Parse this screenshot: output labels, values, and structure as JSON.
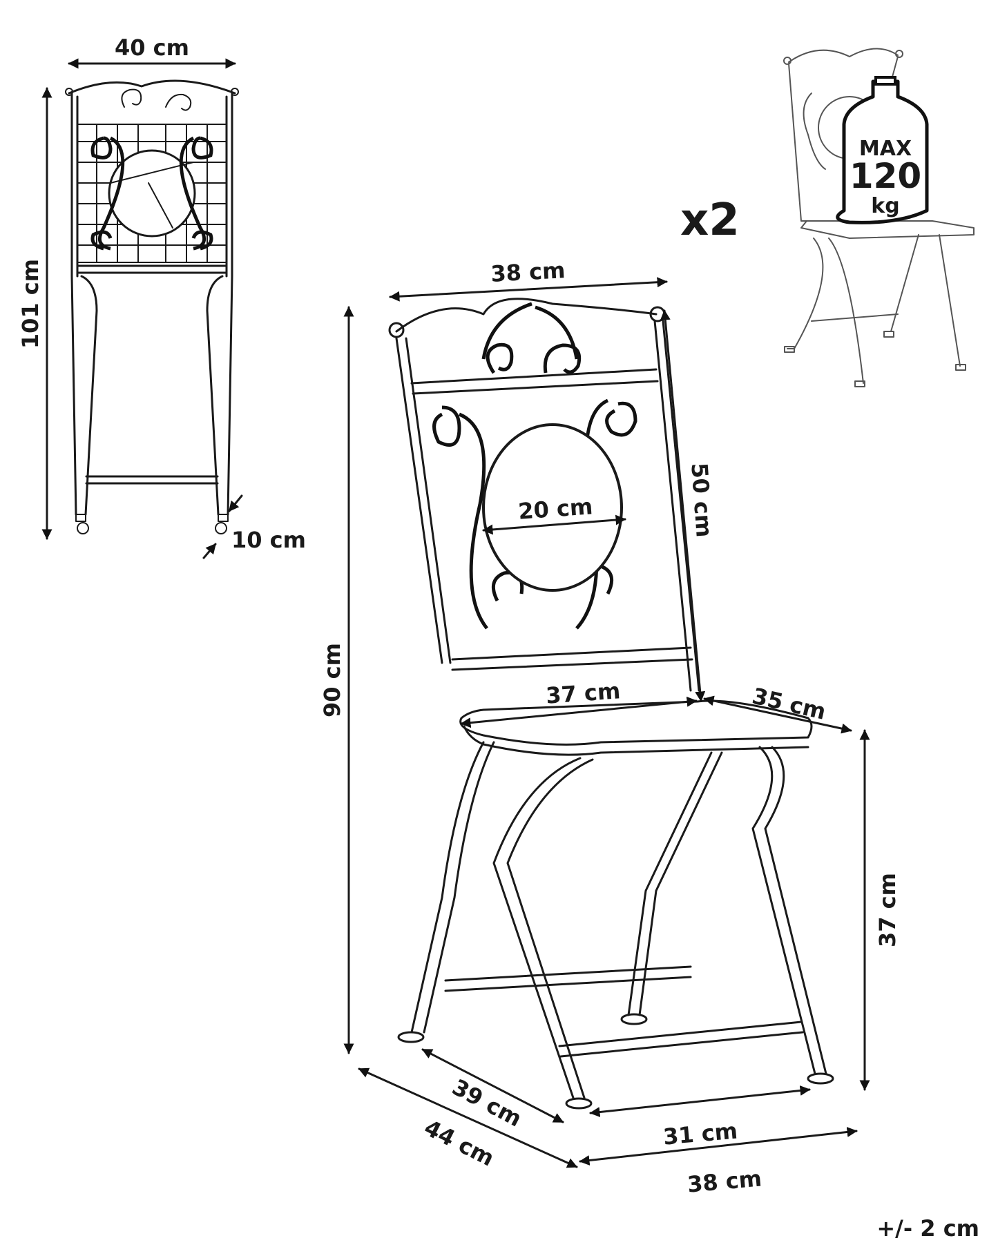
{
  "dimensions": {
    "folded_width": "40 cm",
    "folded_height": "101 cm",
    "folded_depth": "10 cm",
    "back_width": "38 cm",
    "total_height": "90 cm",
    "back_height": "50 cm",
    "mosaic_diameter": "20 cm",
    "seat_width": "37 cm",
    "seat_depth": "35 cm",
    "seat_height": "37 cm",
    "base_inner_depth": "39 cm",
    "base_outer_depth": "44 cm",
    "base_inner_width": "31 cm",
    "base_outer_width": "38 cm"
  },
  "quantity": "x2",
  "max_load": {
    "line1": "MAX",
    "line2": "120",
    "line3": "kg"
  },
  "tolerance": "+/- 2 cm",
  "icons": [
    "arrow-icon",
    "weight-icon",
    "chair-drawing"
  ]
}
